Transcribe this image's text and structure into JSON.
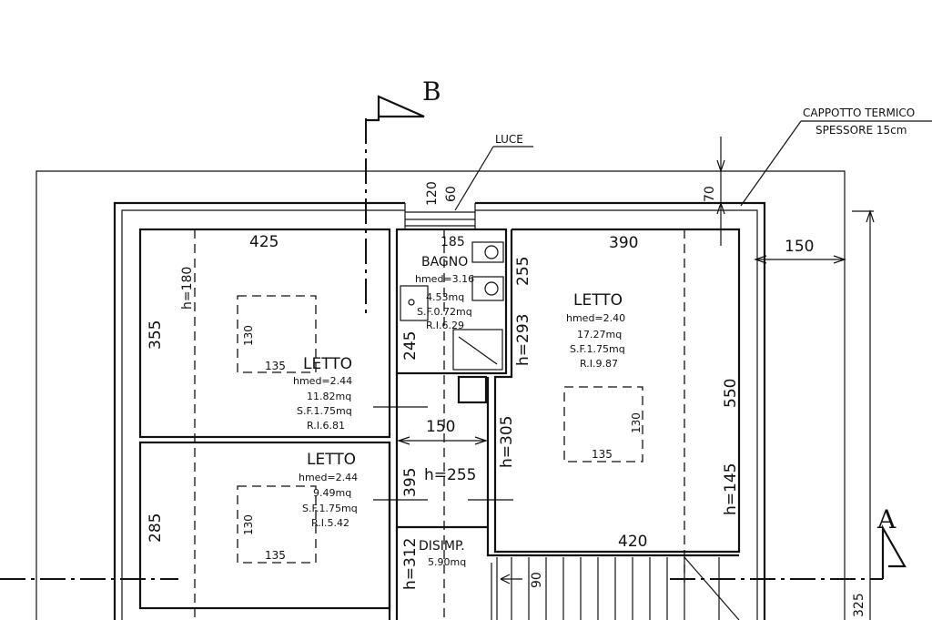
{
  "section_marks": {
    "b": "B",
    "a": "A"
  },
  "notes": {
    "luce": "LUCE",
    "cappotto_line1": "CAPPOTTO TERMICO",
    "cappotto_line2": "SPESSORE 15cm"
  },
  "rooms": {
    "letto_top_left": {
      "name": "LETTO",
      "hmed": "hmed=2.44",
      "area": "11.82mq",
      "sf": "S.F.1.75mq",
      "ri": "R.I.6.81"
    },
    "letto_bottom_left": {
      "name": "LETTO",
      "hmed": "hmed=2.44",
      "area": "9.49mq",
      "sf": "S.F.1.75mq",
      "ri": "R.I.5.42"
    },
    "bagno": {
      "name": "BAGNO",
      "hmed": "hmed=3.16",
      "area": "4.53mq",
      "sf": "S.F.0.72mq",
      "ri": "R.I.6.29"
    },
    "letto_right": {
      "name": "LETTO",
      "hmed": "hmed=2.40",
      "area": "17.27mq",
      "sf": "S.F.1.75mq",
      "ri": "R.I.9.87"
    },
    "disimp": {
      "name": "DISIMP.",
      "area": "5.90mq"
    }
  },
  "dimensions": {
    "d425": "425",
    "d185": "185",
    "d390": "390",
    "d150_top": "150",
    "d120": "120",
    "d60": "60",
    "d70": "70",
    "d355": "355",
    "h180": "h=180",
    "d285": "285",
    "d245": "245",
    "d255_bath": "255",
    "h293": "h=293",
    "d150_mid": "150",
    "d395": "395",
    "h255": "h=255",
    "h305": "h=305",
    "h312": "h=312",
    "d550": "550",
    "h145": "h=145",
    "d420": "420",
    "d90": "90",
    "d325": "325"
  },
  "openings": {
    "tl_w": "135",
    "tl_h": "130",
    "bl_w": "135",
    "bl_h": "130",
    "r_w": "135",
    "r_h": "130"
  }
}
